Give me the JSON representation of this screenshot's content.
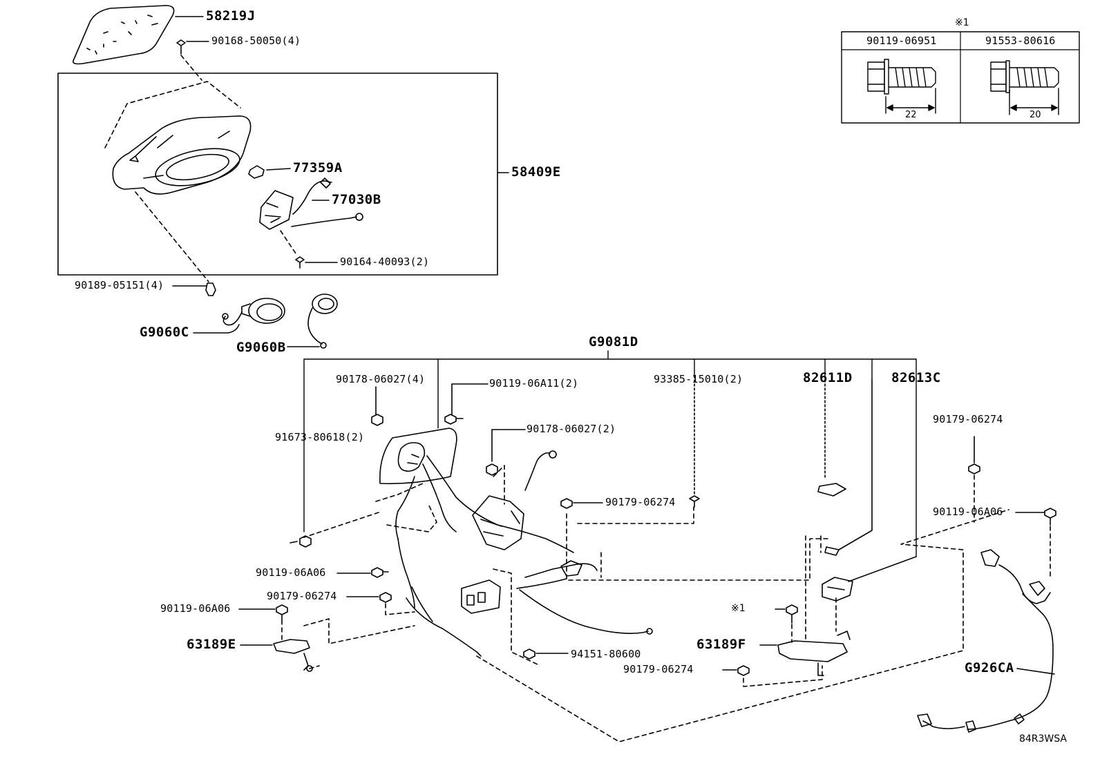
{
  "labels": {
    "p58219J": "58219J",
    "p90168": "90168-50050(4)",
    "p58409E": "58409E",
    "p77359A": "77359A",
    "p77030B": "77030B",
    "p90164": "90164-40093(2)",
    "p90189": "90189-05151(4)",
    "pG9060C": "G9060C",
    "pG9060B": "G9060B",
    "pG9081D": "G9081D",
    "p90178_4": "90178-06027(4)",
    "p90119_A11": "90119-06A11(2)",
    "p93385": "93385-15010(2)",
    "p82611D": "82611D",
    "p82613C": "82613C",
    "p91673": "91673-80618(2)",
    "p90178_2": "90178-06027(2)",
    "p90179_a": "90179-06274",
    "p90179_b": "90179-06274",
    "p90119_A06_a": "90119-06A06",
    "p90119_A06_b": "90119-06A06",
    "p90179_c": "90179-06274",
    "p90119_A06_c": "90119-06A06",
    "p63189E": "63189E",
    "pNote1": "※1",
    "p63189F": "63189F",
    "p94151": "94151-80600",
    "p90179_d": "90179-06274",
    "pG926CA": "G926CA"
  },
  "legend": {
    "marker": "※1",
    "columns": [
      {
        "part_number": "90119-06951",
        "length": "22"
      },
      {
        "part_number": "91553-80616",
        "length": "20"
      }
    ]
  },
  "diagram_code": "84R3WSA"
}
